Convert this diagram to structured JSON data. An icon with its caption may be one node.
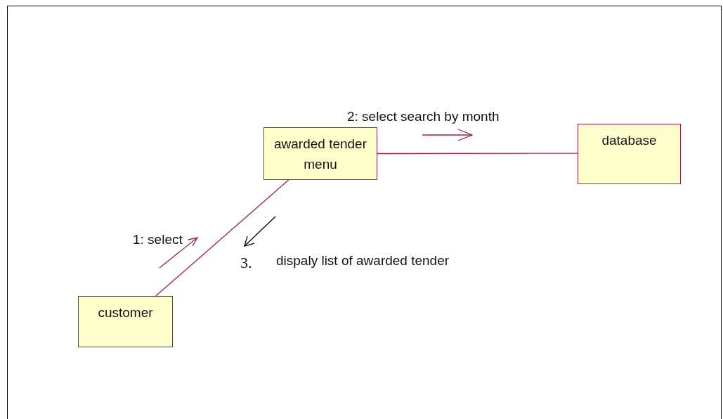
{
  "diagram": {
    "nodes": [
      {
        "text": [
          "awarded tender menu"
        ]
      },
      {
        "text": [
          "database"
        ]
      },
      {
        "text": [
          "customer"
        ]
      }
    ],
    "edges": [
      {
        "from": 2,
        "to": 0,
        "arrow": "none"
      },
      {
        "from": 0,
        "to": 1,
        "arrow": "none"
      }
    ],
    "labels": [
      "2: select search by month",
      "1: select",
      "3.",
      "dispaly list of awarded tender"
    ]
  }
}
